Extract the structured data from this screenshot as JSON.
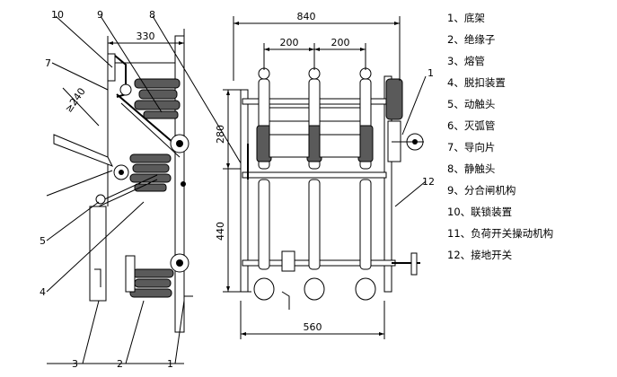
{
  "dimensions": {
    "overall_width": "840",
    "pitch_left": "200",
    "pitch_right": "200",
    "side_depth": "330",
    "bottom_width": "560",
    "height_upper": "280",
    "height_lower": "440",
    "angle_label": "≥240"
  },
  "callouts": [
    "1",
    "2",
    "3",
    "4",
    "5",
    "7",
    "8",
    "9",
    "10",
    "12"
  ],
  "legend": [
    {
      "number": "1",
      "text": "、底架"
    },
    {
      "number": "2",
      "text": "、绝缘子"
    },
    {
      "number": "3",
      "text": "、熔管"
    },
    {
      "number": "4",
      "text": "、脱扣装置"
    },
    {
      "number": "5",
      "text": "、动触头"
    },
    {
      "number": "6",
      "text": "、灭弧管"
    },
    {
      "number": "7",
      "text": "、导向片"
    },
    {
      "number": "8",
      "text": "、静触头"
    },
    {
      "number": "9",
      "text": "、分合闸机构"
    },
    {
      "number": "10",
      "text": "、联锁装置"
    },
    {
      "number": "11",
      "text": "、负荷开关操动机构"
    },
    {
      "number": "12",
      "text": "、接地开关"
    }
  ]
}
